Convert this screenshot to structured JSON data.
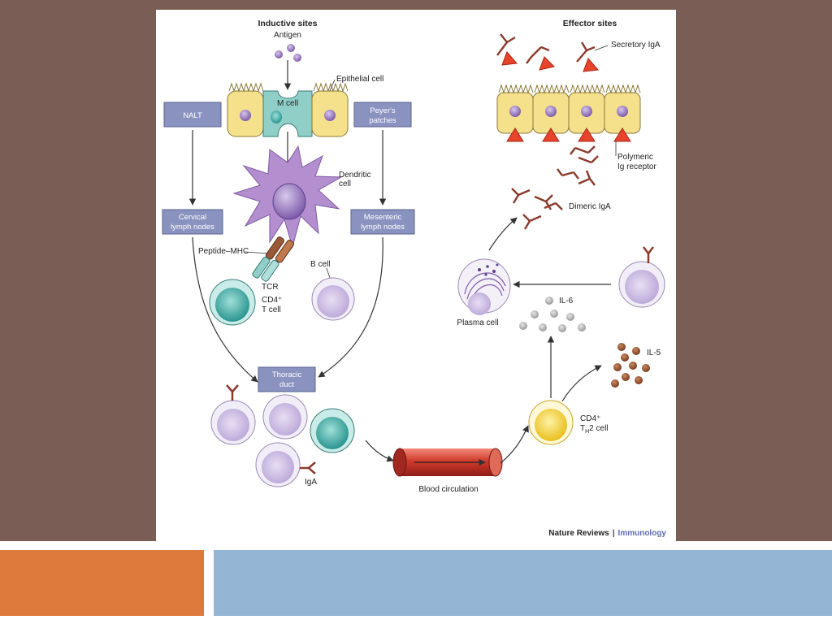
{
  "colors": {
    "slide_background": "#7a5d54",
    "footer_orange": "#de7a3c",
    "footer_blue": "#94b6d4",
    "label_box": "#8a93c0",
    "antibody": "#8a3b2c",
    "secretory_component": "#e8442c",
    "epithelial": "#f5e08c",
    "m_cell": "#8fcfc7",
    "dendritic": "#b48fd0",
    "b_cell": "#d9cdea",
    "t_cell": "#3aa9a3",
    "th2_cell": "#f2d23a",
    "vessel": "#c8302c",
    "il6": "#b0b0b0",
    "il5": "#8a4a2c",
    "journal_accent": "#5b6db4"
  },
  "diagram": {
    "inductive_sites": "Inductive sites",
    "effector_sites": "Effector sites",
    "antigen": "Antigen",
    "epithelial_cell": "Epithelial cell",
    "m_cell": "M cell",
    "nalt": "NALT",
    "peyers_patches_1": "Peyer's",
    "peyers_patches_2": "patches",
    "dendritic_cell_1": "Dendritic",
    "dendritic_cell_2": "cell",
    "cervical_1": "Cervical",
    "cervical_2": "lymph nodes",
    "mesenteric_1": "Mesenteric",
    "mesenteric_2": "lymph nodes",
    "peptide_mhc": "Peptide–MHC",
    "tcr": "TCR",
    "b_cell": "B cell",
    "cd4_t_cell_1": "CD4⁺",
    "cd4_t_cell_2": "T cell",
    "thoracic_duct_1": "Thoracic",
    "thoracic_duct_2": "duct",
    "iga": "IgA",
    "blood_circulation": "Blood circulation",
    "th2_cell_1": "CD4⁺",
    "th2_cell_2": "T",
    "th2_cell_sub": "H",
    "th2_cell_3": "2 cell",
    "il5": "IL-5",
    "il6": "IL-6",
    "plasma_cell": "Plasma cell",
    "dimeric_iga": "Dimeric IgA",
    "polymeric_1": "Polymeric",
    "polymeric_2": "Ig receptor",
    "secretory_iga": "Secretory IgA",
    "credit_journal": "Nature Reviews",
    "credit_sep": "|",
    "credit_section": "Immunology"
  }
}
